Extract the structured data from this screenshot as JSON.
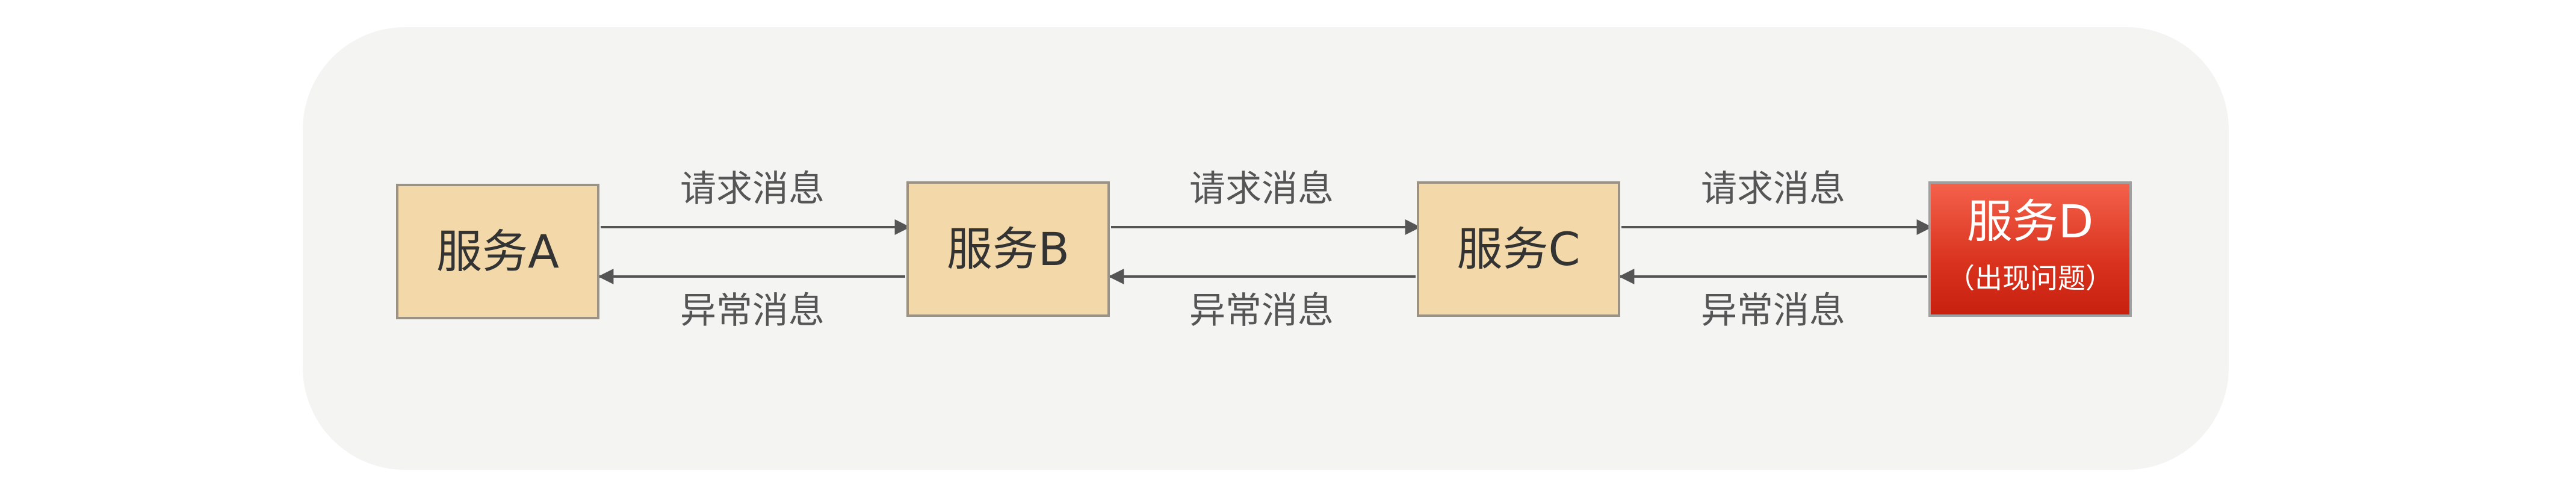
{
  "diagram": {
    "nodes": [
      {
        "id": "a",
        "label": "服务A",
        "sub": ""
      },
      {
        "id": "b",
        "label": "服务B",
        "sub": ""
      },
      {
        "id": "c",
        "label": "服务C",
        "sub": ""
      },
      {
        "id": "d",
        "label": "服务D",
        "sub": "（出现问题）",
        "status": "error"
      }
    ],
    "edges": [
      {
        "from": "a",
        "to": "b",
        "label": "请求消息"
      },
      {
        "from": "b",
        "to": "a",
        "label": "异常消息"
      },
      {
        "from": "b",
        "to": "c",
        "label": "请求消息"
      },
      {
        "from": "c",
        "to": "b",
        "label": "异常消息"
      },
      {
        "from": "c",
        "to": "d",
        "label": "请求消息"
      },
      {
        "from": "d",
        "to": "c",
        "label": "异常消息"
      }
    ]
  },
  "colors": {
    "panel": "#f4f4f2",
    "node_fill": "#f3d9a9",
    "node_border": "#9b9283",
    "alert_fill": "#e03a24",
    "arrow": "#555555"
  }
}
